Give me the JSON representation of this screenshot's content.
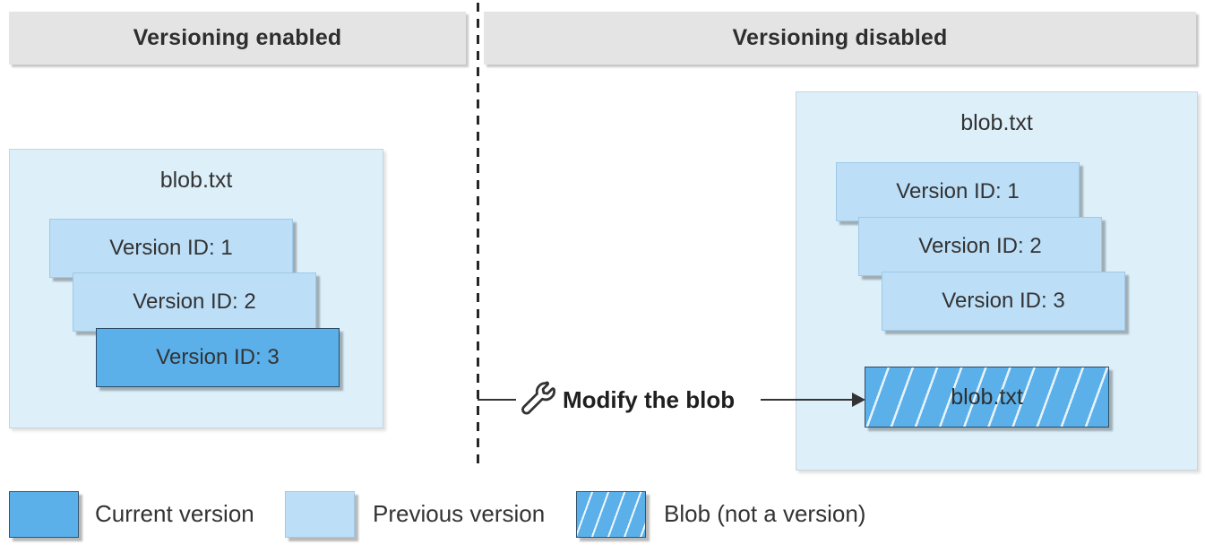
{
  "panels": {
    "left": {
      "header": "Versioning enabled",
      "container_title": "blob.txt",
      "versions": [
        {
          "label": "Version ID: 1",
          "state": "previous"
        },
        {
          "label": "Version ID: 2",
          "state": "previous"
        },
        {
          "label": "Version ID: 3",
          "state": "current"
        }
      ]
    },
    "right": {
      "header": "Versioning disabled",
      "container_title": "blob.txt",
      "versions": [
        {
          "label": "Version ID: 1",
          "state": "previous"
        },
        {
          "label": "Version ID: 2",
          "state": "previous"
        },
        {
          "label": "Version ID: 3",
          "state": "previous"
        }
      ],
      "blob": {
        "label": "blob.txt",
        "state": "blob-not-a-version"
      }
    }
  },
  "action": {
    "icon": "wrench-icon",
    "label": "Modify the blob"
  },
  "legend": {
    "items": [
      {
        "swatch": "current-version",
        "label": "Current version"
      },
      {
        "swatch": "previous-version",
        "label": "Previous version"
      },
      {
        "swatch": "blob-hatched",
        "label": "Blob (not a version)"
      }
    ]
  },
  "colors": {
    "current_version": "#5BB0EA",
    "previous_version": "#BCDEF7",
    "container_bg": "#DDF0FA",
    "header_bg": "#E4E4E4",
    "box_border_light": "#9FC9E7",
    "box_border_dark": "#2B4A66",
    "text": "#333333",
    "line": "#333333"
  }
}
